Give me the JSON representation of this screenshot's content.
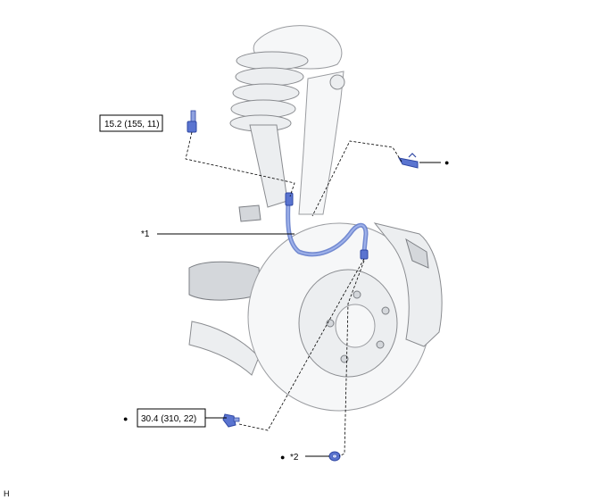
{
  "callouts": {
    "torque_upper": "15.2 (155, 11)",
    "torque_lower": "30.4 (310, 22)",
    "ref_1": "*1",
    "ref_2": "*2",
    "bullet": "●",
    "figure_code": "H"
  },
  "colors": {
    "highlight_blue": "#5a74d0",
    "outline": "#000000",
    "part_gray": "#eceef0"
  }
}
